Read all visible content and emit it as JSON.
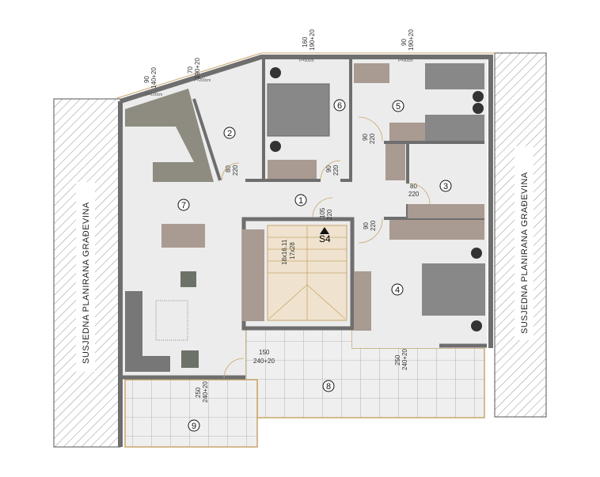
{
  "neighbor_label_left": "SUSJEDNA PLANIRANA GRAĐEVINA",
  "neighbor_label_right": "SUSJEDNA PLANIRANA GRAĐEVINA",
  "rooms": [
    "1",
    "2",
    "3",
    "4",
    "5",
    "6",
    "7",
    "8",
    "9"
  ],
  "stair": {
    "label": "S4",
    "dim1": "18x16.11",
    "dim2": "17x28"
  },
  "windows": {
    "w1": {
      "a": "90",
      "b": "140+20",
      "p": "P=100cm"
    },
    "w2": {
      "a": "70",
      "b": "190+20",
      "p": "P=200cm"
    },
    "w3": {
      "a": "160",
      "b": "190+20",
      "p": "P=90cm"
    },
    "w4": {
      "a": "90",
      "b": "190+20",
      "p": "P=90cm"
    }
  },
  "doors": {
    "d2": {
      "a": "80",
      "b": "220"
    },
    "d6": {
      "a": "90",
      "b": "220"
    },
    "d5": {
      "a": "90",
      "b": "220"
    },
    "d3": {
      "a": "80",
      "b": "220"
    },
    "d1": {
      "a": "105",
      "b": "220"
    },
    "d4": {
      "a": "90",
      "b": "220"
    },
    "t8": {
      "a": "150",
      "b": "240+20"
    },
    "t4": {
      "a": "250",
      "b": "240+20"
    },
    "t9": {
      "a": "250",
      "b": "240+20"
    }
  },
  "colors": {
    "wall": "#6e6e6e",
    "floor": "#ececec",
    "furniture": "#a99a92",
    "accent": "#c9a56b",
    "stairs": "#efe3cf"
  }
}
